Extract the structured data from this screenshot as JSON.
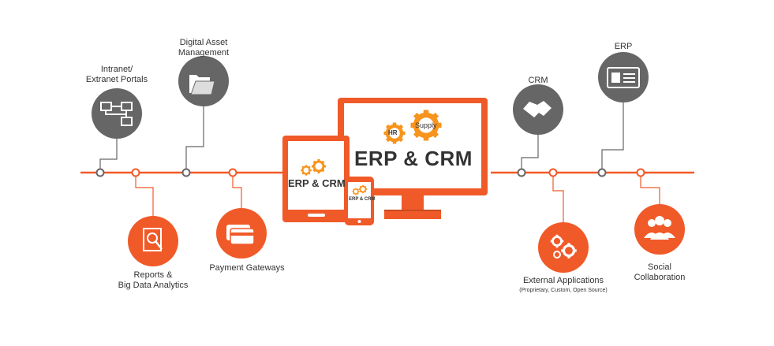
{
  "colors": {
    "accent": "#f05a28",
    "gray": "#666666",
    "gear": "#f7941d",
    "line": "#f05a28"
  },
  "left_top": [
    {
      "label_lines": [
        "Intranet/",
        "Extranet Portals"
      ],
      "icon": "network-computers-icon"
    },
    {
      "label_lines": [
        "Digital Asset",
        "Management"
      ],
      "icon": "folders-icon"
    }
  ],
  "left_bottom": [
    {
      "label_lines": [
        "Reports &",
        "Big Data Analytics"
      ],
      "icon": "report-magnifier-icon"
    },
    {
      "label_lines": [
        "Payment Gateways"
      ],
      "icon": "credit-cards-icon"
    }
  ],
  "right_top": [
    {
      "label_lines": [
        "CRM"
      ],
      "icon": "handshake-icon"
    },
    {
      "label_lines": [
        "ERP"
      ],
      "icon": "id-card-icon"
    }
  ],
  "right_bottom": [
    {
      "label_lines": [
        "External Applications",
        "(Proprietary, Custom, Open Source)"
      ],
      "icon": "gears-icon"
    },
    {
      "label_lines": [
        "Social",
        "Collaboration"
      ],
      "icon": "people-icon"
    }
  ],
  "devices": {
    "monitor_title": "ERP & CRM",
    "tablet_title": "ERP & CRM",
    "gear_labels": [
      "HR",
      "Supply"
    ]
  }
}
